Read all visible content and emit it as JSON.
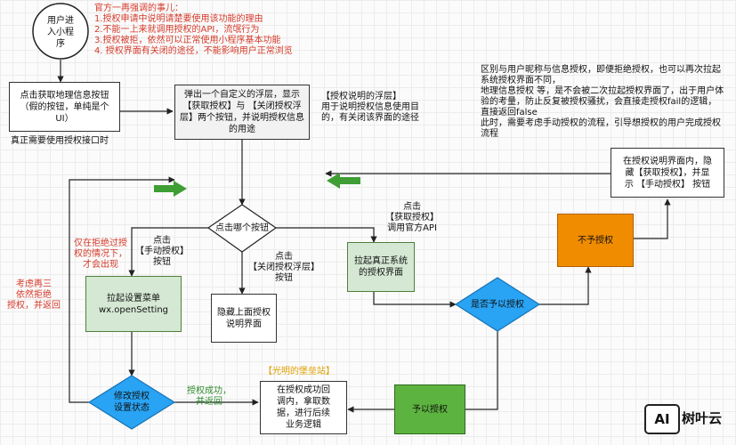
{
  "nodes": {
    "user_enter": "用户进\n入小程\n序",
    "click_location_btn": "点击获取地理信息按钮\n（假的按钮，单纯是个\nUI）",
    "popup_layer": "弹出一个自定义的浮层，显示\n【获取授权】与 【关闭授权浮\n层】两个按钮，并说明授权信息\n的用途",
    "which_button": "点击哪个按钮",
    "open_setting": "拉起设置菜单\nwx.openSetting",
    "hide_desc": "隐藏上面授权\n说明界面",
    "system_auth": "拉起真正系统\n的授权界面",
    "grant_or_not": "是否予以授权",
    "deny": "不予授权",
    "grant": "予以授权",
    "modify_status": "修改授权\n设置状态",
    "success_flow": "在授权成功回\n调内，拿取数\n据，进行后续\n业务逻辑",
    "redisplay": "在授权说明界面内，隐\n藏【获取授权】，并显\n示 【手动授权】 按钮"
  },
  "labels": {
    "official_emphasis": "官方一再强调的事儿：\n1.授权申请中说明请楚要使用该功能的理由\n2.不能一上来就调用授权的API，流氓行为\n3.授权被拒，依然可以正常使用小程序基本功能\n4. 授权界面有关闭的途径，不能影响用户正常浏览",
    "real_auth_api": "真正需要使用授权接口时",
    "auth_layer_desc": "【授权说明的浮层】\n用于说明授权信息使用目\n的，有关闭该界面的途径",
    "distinguish_note": "区别与用户昵称与信息授权，即便拒绝授权，也可以再次拉起\n系统授权界面不同，\n地理信息授权 等，是不会被二次拉起授权界面了，出于用户体\n验的考量，防止反复被授权骚扰，会直接走授权fail的逻辑，\n直接返回false\n此时，需要考虑手动授权的流程，引导想授权的用户完成授权\n流程",
    "click_get_auth": "点击\n【获取授权】\n调用官方API",
    "click_manual_auth": "点击\n【手动授权】\n按钮",
    "only_after_reject": "仅在拒绝过授\n权的情况下，\n才会出现",
    "click_close_layer": "点击\n【关闭授权浮层】\n按钮",
    "consider_three_times": "考虑再三\n依然拒绝\n授权，并返回",
    "auth_success_return": "授权成功，\n并返回",
    "site_tag": "【光明的堡垒站】"
  },
  "watermark": {
    "logo": "AI",
    "name": "树叶云"
  },
  "colors": {
    "red": "#d63a2a",
    "green_fill": "#d5e8d4",
    "green_dark": "#5db33f",
    "orange": "#f08c00",
    "diamond_blue": "#29a3f3",
    "arrow_green": "#3f9e34"
  },
  "icons": [
    "arrow-right-icon",
    "arrow-left-icon"
  ]
}
